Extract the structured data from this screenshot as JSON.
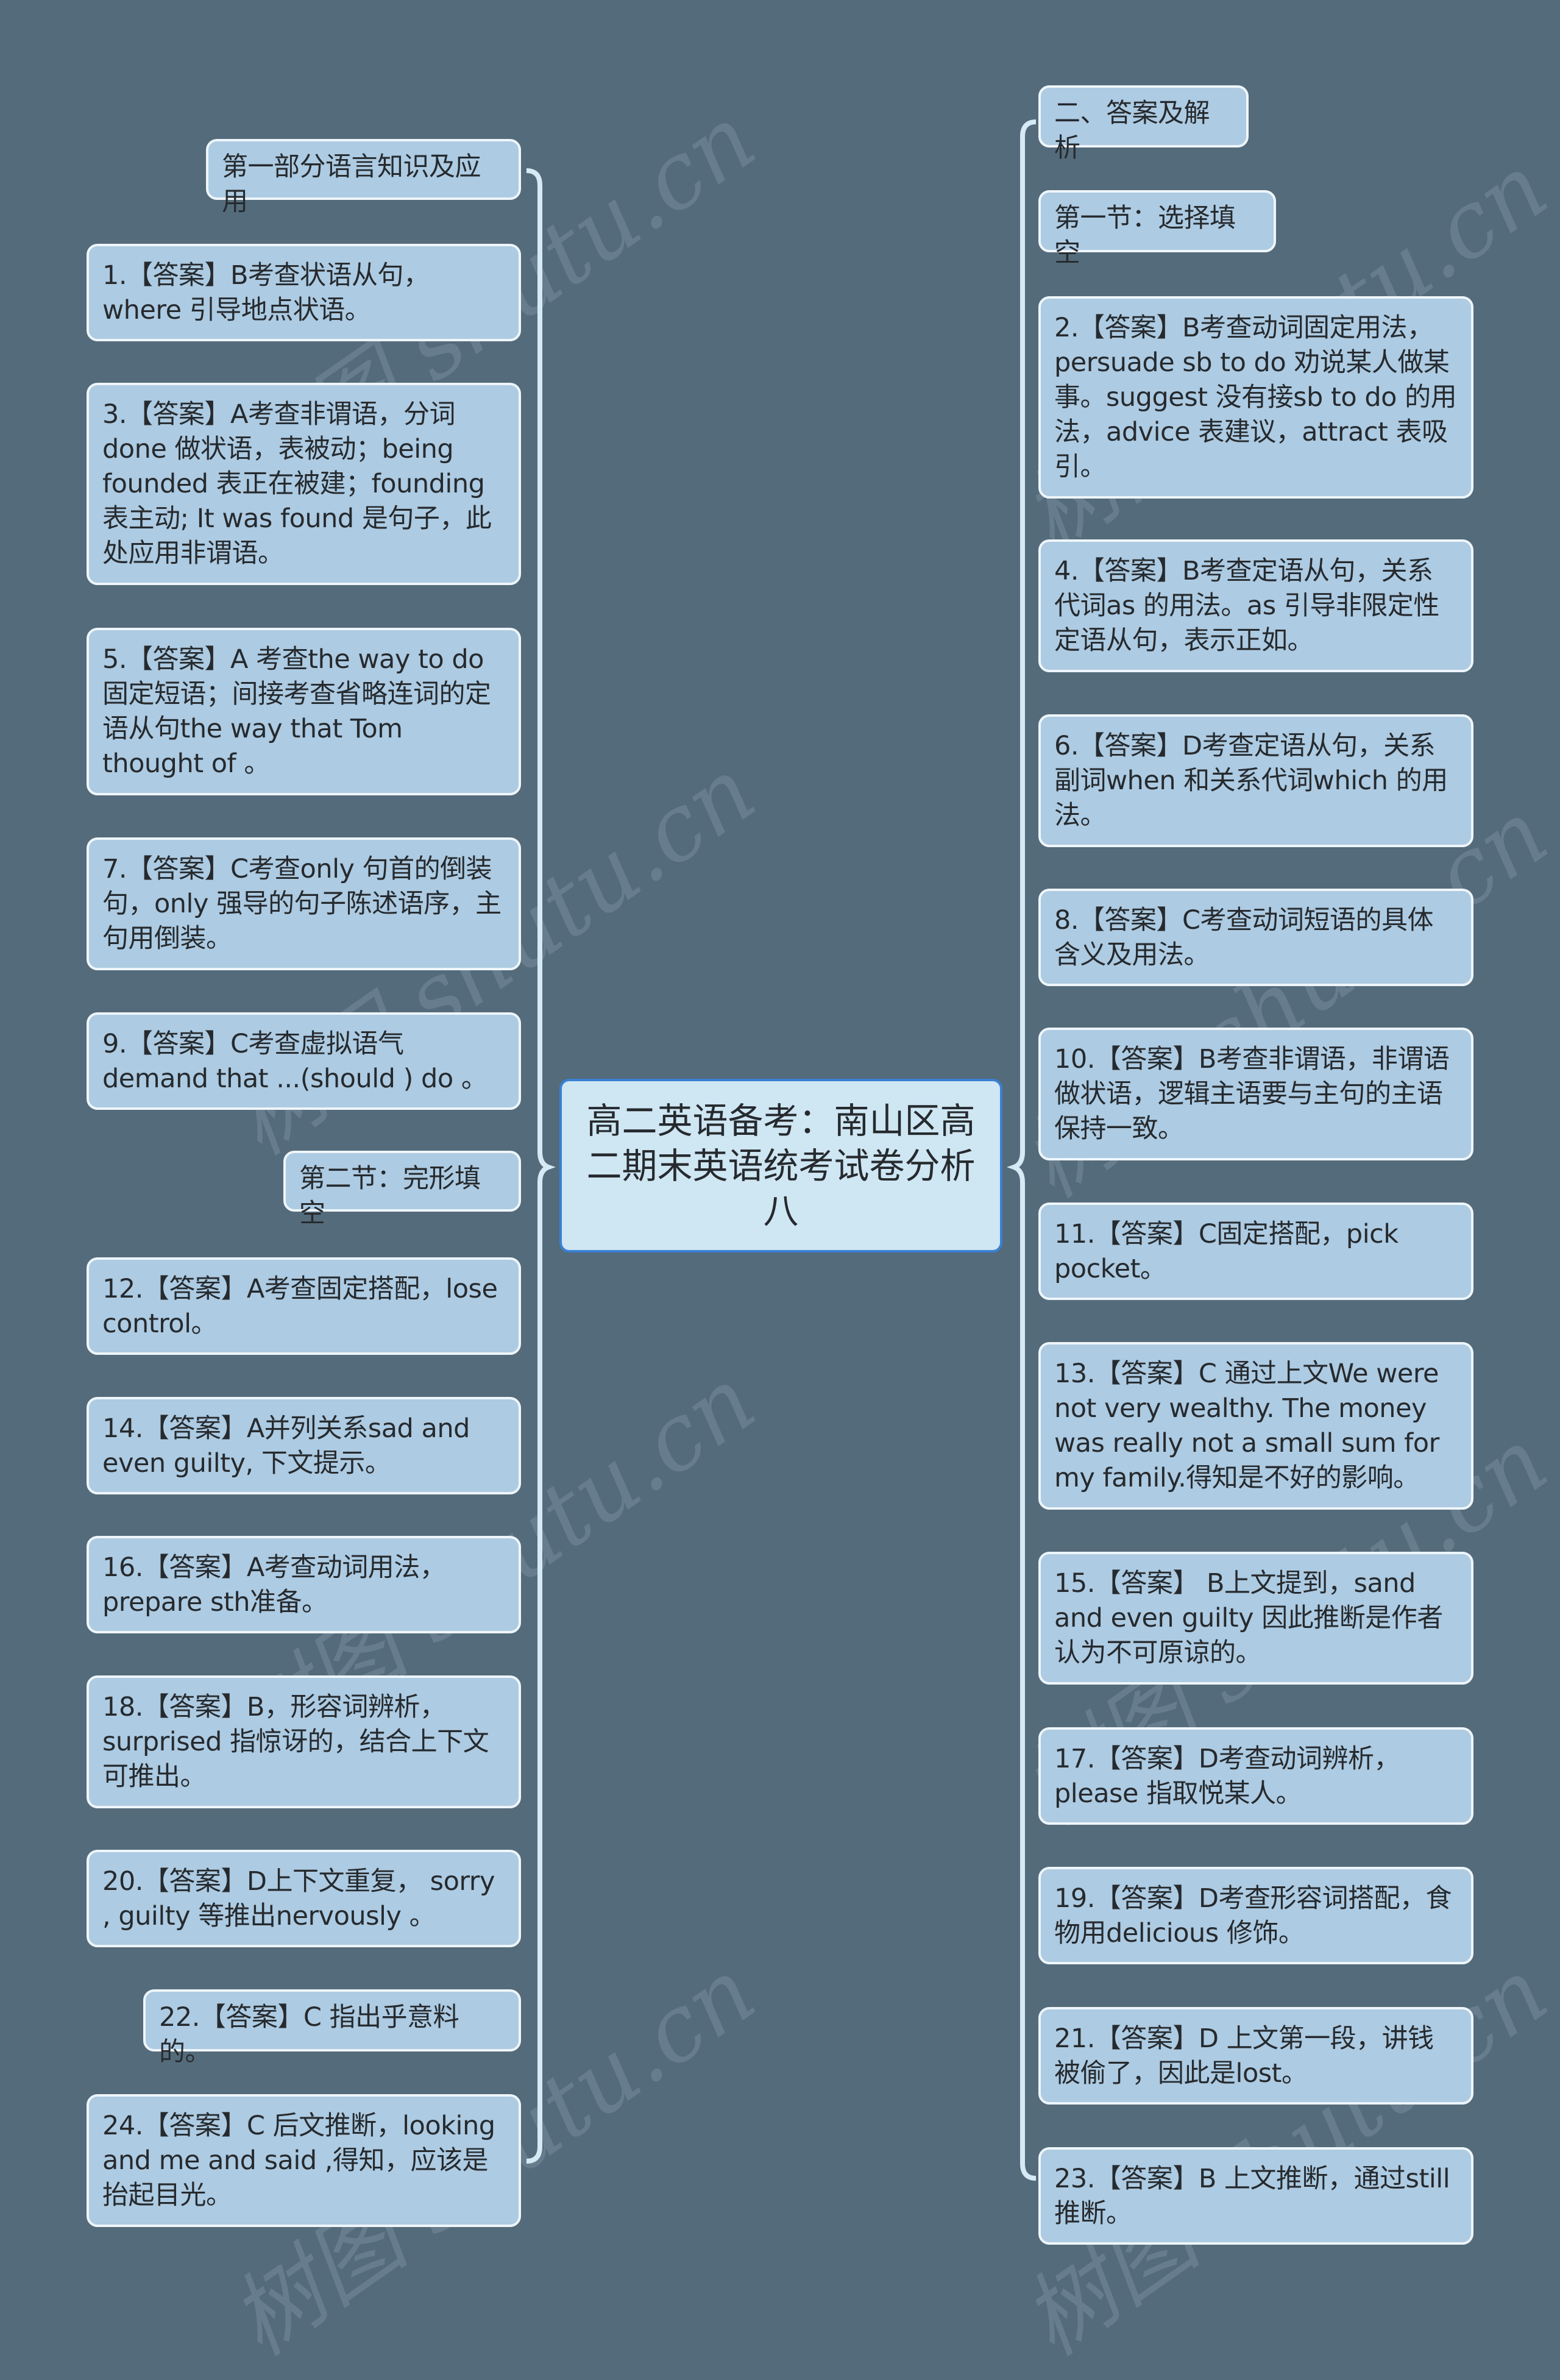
{
  "colors": {
    "background": "#546b7b",
    "card_fill": "#adcbe2",
    "card_border": "#eef5fa",
    "center_fill": "#cfe6f3",
    "center_border": "#3a80d4",
    "connector": "#d6eaf5",
    "text": "#262a2e"
  },
  "central_topic": "高二英语备考：南山区高二期末英语统考试卷分析八",
  "watermark": "树图 shutu.cn",
  "left_branch": {
    "items": [
      {
        "type": "header",
        "text": "第一部分语言知识及应用"
      },
      {
        "type": "answer",
        "text": "1.【答案】B考查状语从句，where 引导地点状语。"
      },
      {
        "type": "answer",
        "text": "3.【答案】A考查非谓语，分词done 做状语，表被动；being founded 表正在被建；founding 表主动; It was found 是句子，此处应用非谓语。"
      },
      {
        "type": "answer",
        "text": "5.【答案】A 考查the way to do 固定短语；间接考查省略连词的定语从句the way that Tom thought of 。"
      },
      {
        "type": "answer",
        "text": "7.【答案】C考查only 句首的倒装句，only 强导的句子陈述语序，主句用倒装。"
      },
      {
        "type": "answer",
        "text": "9.【答案】C考查虚拟语气demand that ...(should ) do 。"
      },
      {
        "type": "header",
        "text": "第二节：完形填空"
      },
      {
        "type": "answer",
        "text": "12.【答案】A考查固定搭配，lose control。"
      },
      {
        "type": "answer",
        "text": "14.【答案】A并列关系sad and even guilty, 下文提示。"
      },
      {
        "type": "answer",
        "text": "16.【答案】A考查动词用法，prepare sth准备。"
      },
      {
        "type": "answer",
        "text": "18.【答案】B，形容词辨析，surprised 指惊讶的，结合上下文可推出。"
      },
      {
        "type": "answer",
        "text": "20.【答案】D上下文重复， sorry , guilty 等推出nervously 。"
      },
      {
        "type": "answer",
        "text": "22.【答案】C 指出乎意料的。"
      },
      {
        "type": "answer",
        "text": "24.【答案】C 后文推断，looking and me and said ,得知，应该是抬起目光。"
      }
    ]
  },
  "right_branch": {
    "items": [
      {
        "type": "header",
        "text": "二、答案及解析"
      },
      {
        "type": "header",
        "text": "第一节：选择填空"
      },
      {
        "type": "answer",
        "text": "2.【答案】B考查动词固定用法，persuade sb to do 劝说某人做某事。suggest 没有接sb to do 的用法，advice 表建议，attract 表吸引。"
      },
      {
        "type": "answer",
        "text": "4.【答案】B考查定语从句，关系代词as 的用法。as 引导非限定性定语从句，表示正如。"
      },
      {
        "type": "answer",
        "text": "6.【答案】D考查定语从句，关系副词when 和关系代词which 的用法。"
      },
      {
        "type": "answer",
        "text": "8.【答案】C考查动词短语的具体含义及用法。"
      },
      {
        "type": "answer",
        "text": "10.【答案】B考查非谓语，非谓语做状语，逻辑主语要与主句的主语保持一致。"
      },
      {
        "type": "answer",
        "text": "11.【答案】C固定搭配，pick pocket。"
      },
      {
        "type": "answer",
        "text": "13.【答案】C 通过上文We were not very wealthy. The money was really not a small sum for my family.得知是不好的影响。"
      },
      {
        "type": "answer",
        "text": "15.【答案】 B上文提到，sand and even guilty 因此推断是作者认为不可原谅的。"
      },
      {
        "type": "answer",
        "text": "17.【答案】D考查动词辨析，please 指取悦某人。"
      },
      {
        "type": "answer",
        "text": "19.【答案】D考查形容词搭配，食物用delicious 修饰。"
      },
      {
        "type": "answer",
        "text": "21.【答案】D 上文第一段，讲钱被偷了，因此是lost。"
      },
      {
        "type": "answer",
        "text": "23.【答案】B 上文推断，通过still 推断。"
      }
    ]
  }
}
